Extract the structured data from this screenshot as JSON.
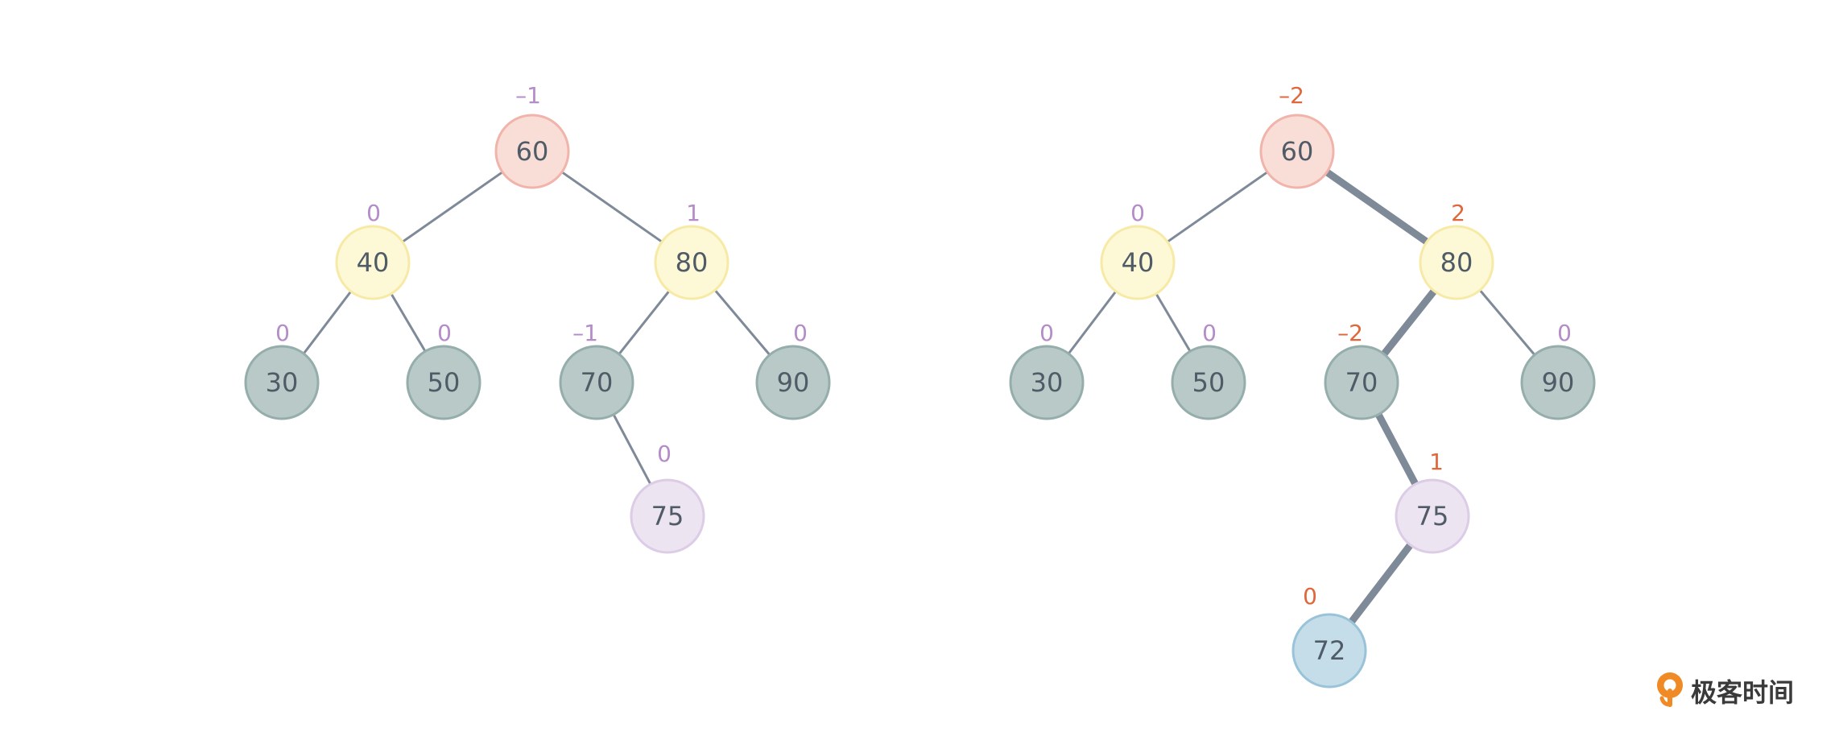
{
  "colors": {
    "edge": "#7f8a99",
    "balance_normal": "#b48cc8",
    "balance_alert": "#e0663c",
    "node_text": "#4f5b66",
    "brand_accent": "#f08a24"
  },
  "node_styles": {
    "pink": {
      "fill": "#f9ddd7",
      "stroke": "#f1b4aa"
    },
    "yellow": {
      "fill": "#fdf8d6",
      "stroke": "#f7eaa6"
    },
    "gray": {
      "fill": "#b8c9c7",
      "stroke": "#95aeab"
    },
    "lilac": {
      "fill": "#ece4f0",
      "stroke": "#dccce6"
    },
    "blue": {
      "fill": "#c4dde9",
      "stroke": "#98c3d8"
    }
  },
  "trees": [
    {
      "id": "left-tree",
      "nodes": [
        {
          "key": "60",
          "balance": "–1",
          "style": "pink",
          "alert": false
        },
        {
          "key": "40",
          "balance": "0",
          "style": "yellow",
          "alert": false
        },
        {
          "key": "80",
          "balance": "1",
          "style": "yellow",
          "alert": false
        },
        {
          "key": "30",
          "balance": "0",
          "style": "gray",
          "alert": false
        },
        {
          "key": "50",
          "balance": "0",
          "style": "gray",
          "alert": false
        },
        {
          "key": "70",
          "balance": "–1",
          "style": "gray",
          "alert": false
        },
        {
          "key": "90",
          "balance": "0",
          "style": "gray",
          "alert": false
        },
        {
          "key": "75",
          "balance": "0",
          "style": "lilac",
          "alert": false
        }
      ],
      "edges": [
        {
          "from": "60",
          "to": "40",
          "bold": false
        },
        {
          "from": "60",
          "to": "80",
          "bold": false
        },
        {
          "from": "40",
          "to": "30",
          "bold": false
        },
        {
          "from": "40",
          "to": "50",
          "bold": false
        },
        {
          "from": "80",
          "to": "70",
          "bold": false
        },
        {
          "from": "80",
          "to": "90",
          "bold": false
        },
        {
          "from": "70",
          "to": "75",
          "bold": false
        }
      ]
    },
    {
      "id": "right-tree",
      "nodes": [
        {
          "key": "60",
          "balance": "–2",
          "style": "pink",
          "alert": true
        },
        {
          "key": "40",
          "balance": "0",
          "style": "yellow",
          "alert": false
        },
        {
          "key": "80",
          "balance": "2",
          "style": "yellow",
          "alert": true
        },
        {
          "key": "30",
          "balance": "0",
          "style": "gray",
          "alert": false
        },
        {
          "key": "50",
          "balance": "0",
          "style": "gray",
          "alert": false
        },
        {
          "key": "70",
          "balance": "–2",
          "style": "gray",
          "alert": true
        },
        {
          "key": "90",
          "balance": "0",
          "style": "gray",
          "alert": false
        },
        {
          "key": "75",
          "balance": "1",
          "style": "lilac",
          "alert": true
        },
        {
          "key": "72",
          "balance": "0",
          "style": "blue",
          "alert": true
        }
      ],
      "edges": [
        {
          "from": "60",
          "to": "40",
          "bold": false
        },
        {
          "from": "60",
          "to": "80",
          "bold": true
        },
        {
          "from": "40",
          "to": "30",
          "bold": false
        },
        {
          "from": "40",
          "to": "50",
          "bold": false
        },
        {
          "from": "80",
          "to": "70",
          "bold": true
        },
        {
          "from": "80",
          "to": "90",
          "bold": false
        },
        {
          "from": "70",
          "to": "75",
          "bold": true
        },
        {
          "from": "75",
          "to": "72",
          "bold": true
        }
      ]
    }
  ],
  "logo": {
    "text": "极客时间",
    "icon": "geektime-logo-icon"
  }
}
